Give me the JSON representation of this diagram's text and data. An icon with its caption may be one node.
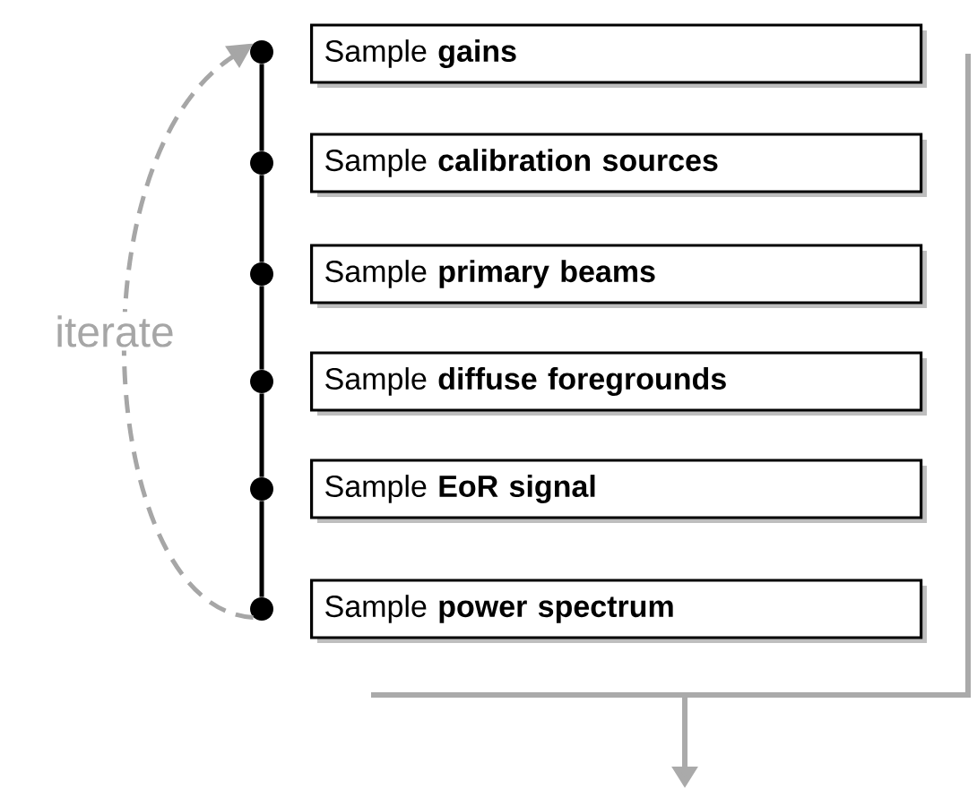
{
  "diagram": {
    "nodes": [
      {
        "text": [
          "Sample **gains**"
        ]
      },
      {
        "text": [
          "Sample **calibration sources**"
        ]
      },
      {
        "text": [
          "Sample **primary beams**"
        ]
      },
      {
        "text": [
          "Sample **diffuse foregrounds**"
        ]
      },
      {
        "text": [
          "Sample **EoR signal**"
        ]
      },
      {
        "text": [
          "Sample **power spectrum**"
        ]
      },
      {
        "text": [],
        "shape": "circle"
      },
      {
        "text": [],
        "shape": "circle"
      },
      {
        "text": [],
        "shape": "circle"
      },
      {
        "text": [],
        "shape": "circle"
      },
      {
        "text": [],
        "shape": "circle"
      },
      {
        "text": [],
        "shape": "circle"
      }
    ],
    "edges": [
      {
        "from": 6,
        "to": 7,
        "arrow": "none"
      },
      {
        "from": 7,
        "to": 8,
        "arrow": "none"
      },
      {
        "from": 8,
        "to": 9,
        "arrow": "none"
      },
      {
        "from": 9,
        "to": 10,
        "arrow": "none"
      },
      {
        "from": 10,
        "to": 11,
        "arrow": "none"
      },
      {
        "from": 11,
        "to": 6,
        "arrow": "to",
        "label": "iterate",
        "style": "dashed",
        "color": "#a6a6a6"
      }
    ]
  }
}
